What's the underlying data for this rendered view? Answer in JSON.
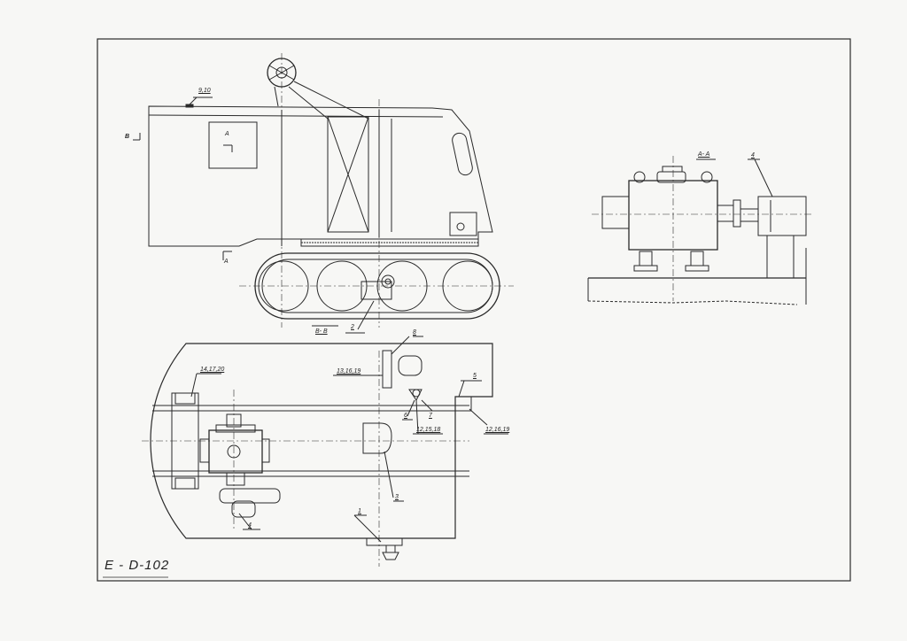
{
  "sheet": {
    "code": "E - D-102"
  },
  "labels": {
    "l_9_10": "9,10",
    "l_B_left": "B",
    "l_A_window": "A",
    "l_A_bottom": "A",
    "l_BB": "B- B",
    "l_2": "2",
    "l_AA": "A- A",
    "l_4_right": "4",
    "l_8": "8",
    "l_13_16_19": "13,16,19",
    "l_14_17_20": "14,17,20",
    "l_5": "5",
    "l_6": "6",
    "l_7": "7",
    "l_12_15_18": "12,15,18",
    "l_12_16_19": "12,16,19",
    "l_3": "3",
    "l_1": "1",
    "l_4_plan": "4"
  },
  "colors": {
    "paper": "#f7f7f5",
    "ink": "#2a2a2a"
  }
}
